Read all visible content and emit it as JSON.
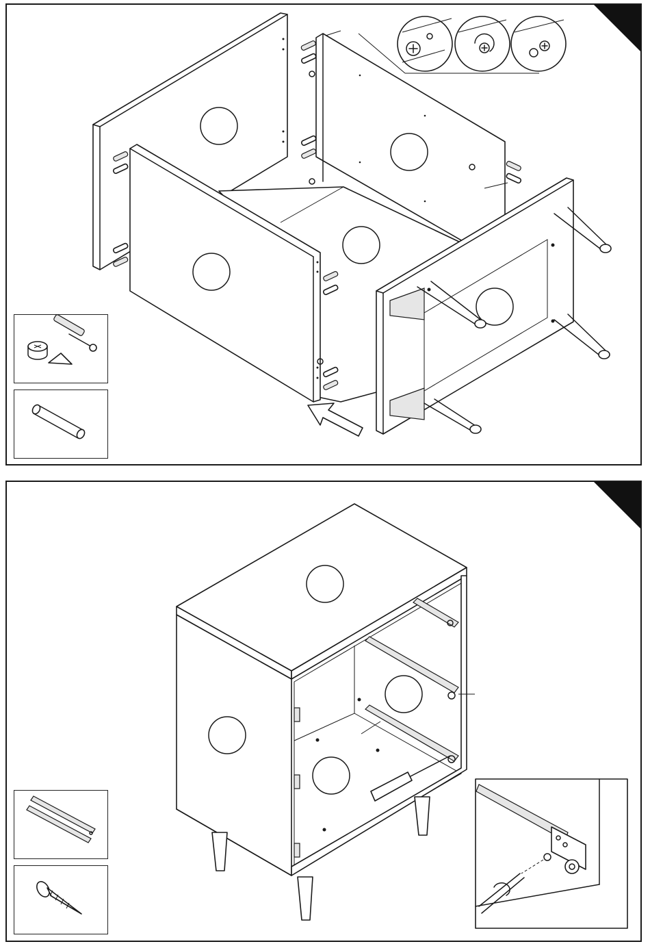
{
  "colors": {
    "line": "#1a1a1a",
    "background": "#ffffff",
    "shade": "#e6e6e6"
  },
  "steps": [
    {
      "id": "step-1",
      "parts": [
        "cam-lock-fitting",
        "wooden-dowel"
      ]
    },
    {
      "id": "step-2",
      "parts": [
        "drawer-runner-pair",
        "screw"
      ]
    }
  ]
}
